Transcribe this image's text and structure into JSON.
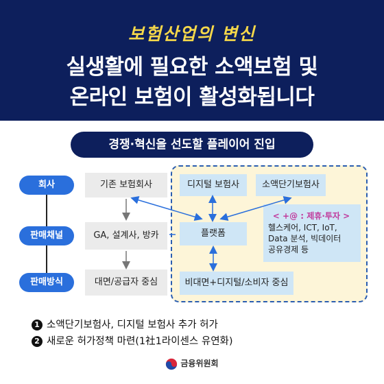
{
  "header": {
    "subtitle": "보험산업의 변신",
    "title_line1": "실생활에 필요한 소액보험 및",
    "title_line2": "온라인 보험이 활성화됩니다"
  },
  "banner": "경쟁·혁신을 선도할 플레이어 진입",
  "categories": [
    "회사",
    "판매채널",
    "판매방식"
  ],
  "current": [
    "기존 보험회사",
    "GA, 설계사, 방카",
    "대면/공급자 중심"
  ],
  "new_players": {
    "digital": "디지털 보험사",
    "small": "소액단기보험사",
    "platform": "플랫폼",
    "method": "비대면+디지털/소비자 중심",
    "partner_label": "< +@ : 제휴·투자 >",
    "partners": [
      "헬스케어, ICT, IoT,",
      "Data 분석, 빅데이터",
      "공유경제 등"
    ]
  },
  "notes": [
    {
      "num": "1",
      "text": "소액단기보험사, 디지털 보험사 추가 허가"
    },
    {
      "num": "2",
      "text": "새로운 허가정책 마련(1社1라이센스 유연화)"
    }
  ],
  "footer": "금융위원회",
  "colors": {
    "navy": "#0d1f5c",
    "accent_yellow": "#f6d84a",
    "pill_blue": "#2a6fdc",
    "region_yellow": "#fdf5d8",
    "box_blue": "#cfe6f6",
    "partner_purple": "#c03a9c"
  }
}
